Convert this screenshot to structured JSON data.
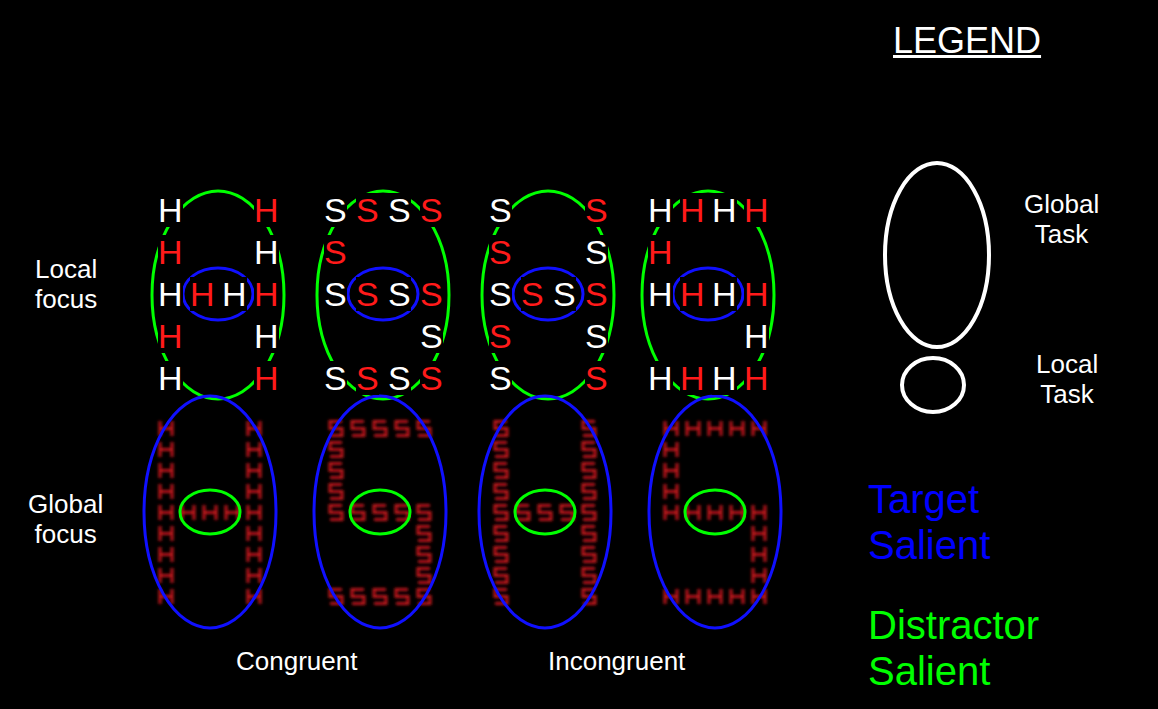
{
  "diagram": {
    "labels": [
      "LEGEND",
      "Local focus",
      "Global focus",
      "H",
      "H",
      "H",
      "H",
      "H",
      "H",
      "H",
      "H",
      "H",
      "H",
      "H",
      "H",
      "S",
      "S",
      "S",
      "S",
      "S",
      "S",
      "S",
      "S",
      "S",
      "S",
      "S",
      "S",
      "S",
      "S",
      "S",
      "S",
      "S",
      "S",
      "S",
      "S",
      "S",
      "S",
      "S",
      "S",
      "S",
      "S",
      "H",
      "H",
      "H",
      "H",
      "H",
      "H",
      "H",
      "H",
      "H",
      "H",
      "H",
      "H",
      "H",
      "H",
      "Congruent",
      "Incongruent"
    ],
    "legend": [
      {
        "text": "Global Task"
      },
      {
        "text": "Local Task"
      },
      {
        "text": "Target Salient",
        "color": "#0000ff"
      },
      {
        "text": "Distractor Salient",
        "color": "#00ff00"
      }
    ]
  }
}
